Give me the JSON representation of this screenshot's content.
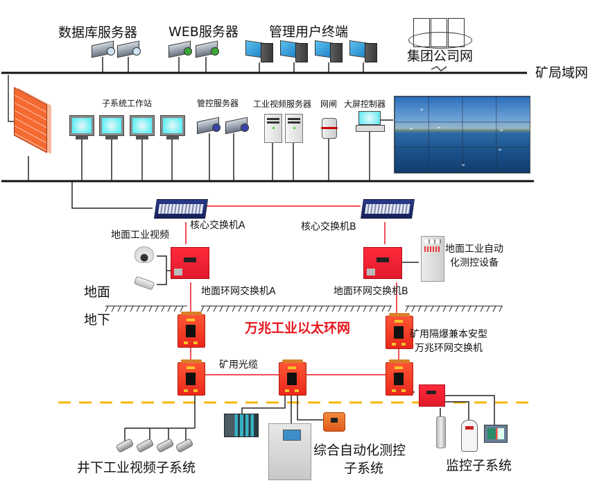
{
  "diagram": {
    "title": "万兆工业以太环网",
    "networks": {
      "mine_lan": "矿局域网",
      "group_net": "集团公司网"
    },
    "top_tier": {
      "db_servers": "数据库服务器",
      "web_servers": "WEB服务器",
      "user_terminals": "管理用户终端"
    },
    "control_tier": {
      "workstations": "子系统工作站",
      "mgmt_servers": "管控服务器",
      "video_servers": "工业视频服务器",
      "gateway": "网闸",
      "screen_controller": "大屏控制器"
    },
    "core": {
      "switch_a": "核心交换机A",
      "switch_b": "核心交换机B"
    },
    "surface": {
      "surface_label": "地面",
      "underground_label": "地下",
      "surface_video": "地面工业视频",
      "ring_switch_a": "地面环网交换机A",
      "ring_switch_b": "地面环网交换机B",
      "surface_automation_line1": "地面工业自动",
      "surface_automation_line2": "化测控设备"
    },
    "underground": {
      "mine_switch_line1": "矿用隔爆兼本安型",
      "mine_switch_line2": "万兆环网交换机",
      "fiber_cable": "矿用光缆",
      "video_subsystem": "井下工业视频子系统",
      "automation_subsystem_line1": "综合自动化测控",
      "automation_subsystem_line2": "子系统",
      "monitoring_subsystem": "监控子系统"
    },
    "colors": {
      "ring_line": "#e8141c",
      "bus_line": "#111111",
      "ground_divider": "#f5b800",
      "title_red": "#e8141c"
    }
  }
}
